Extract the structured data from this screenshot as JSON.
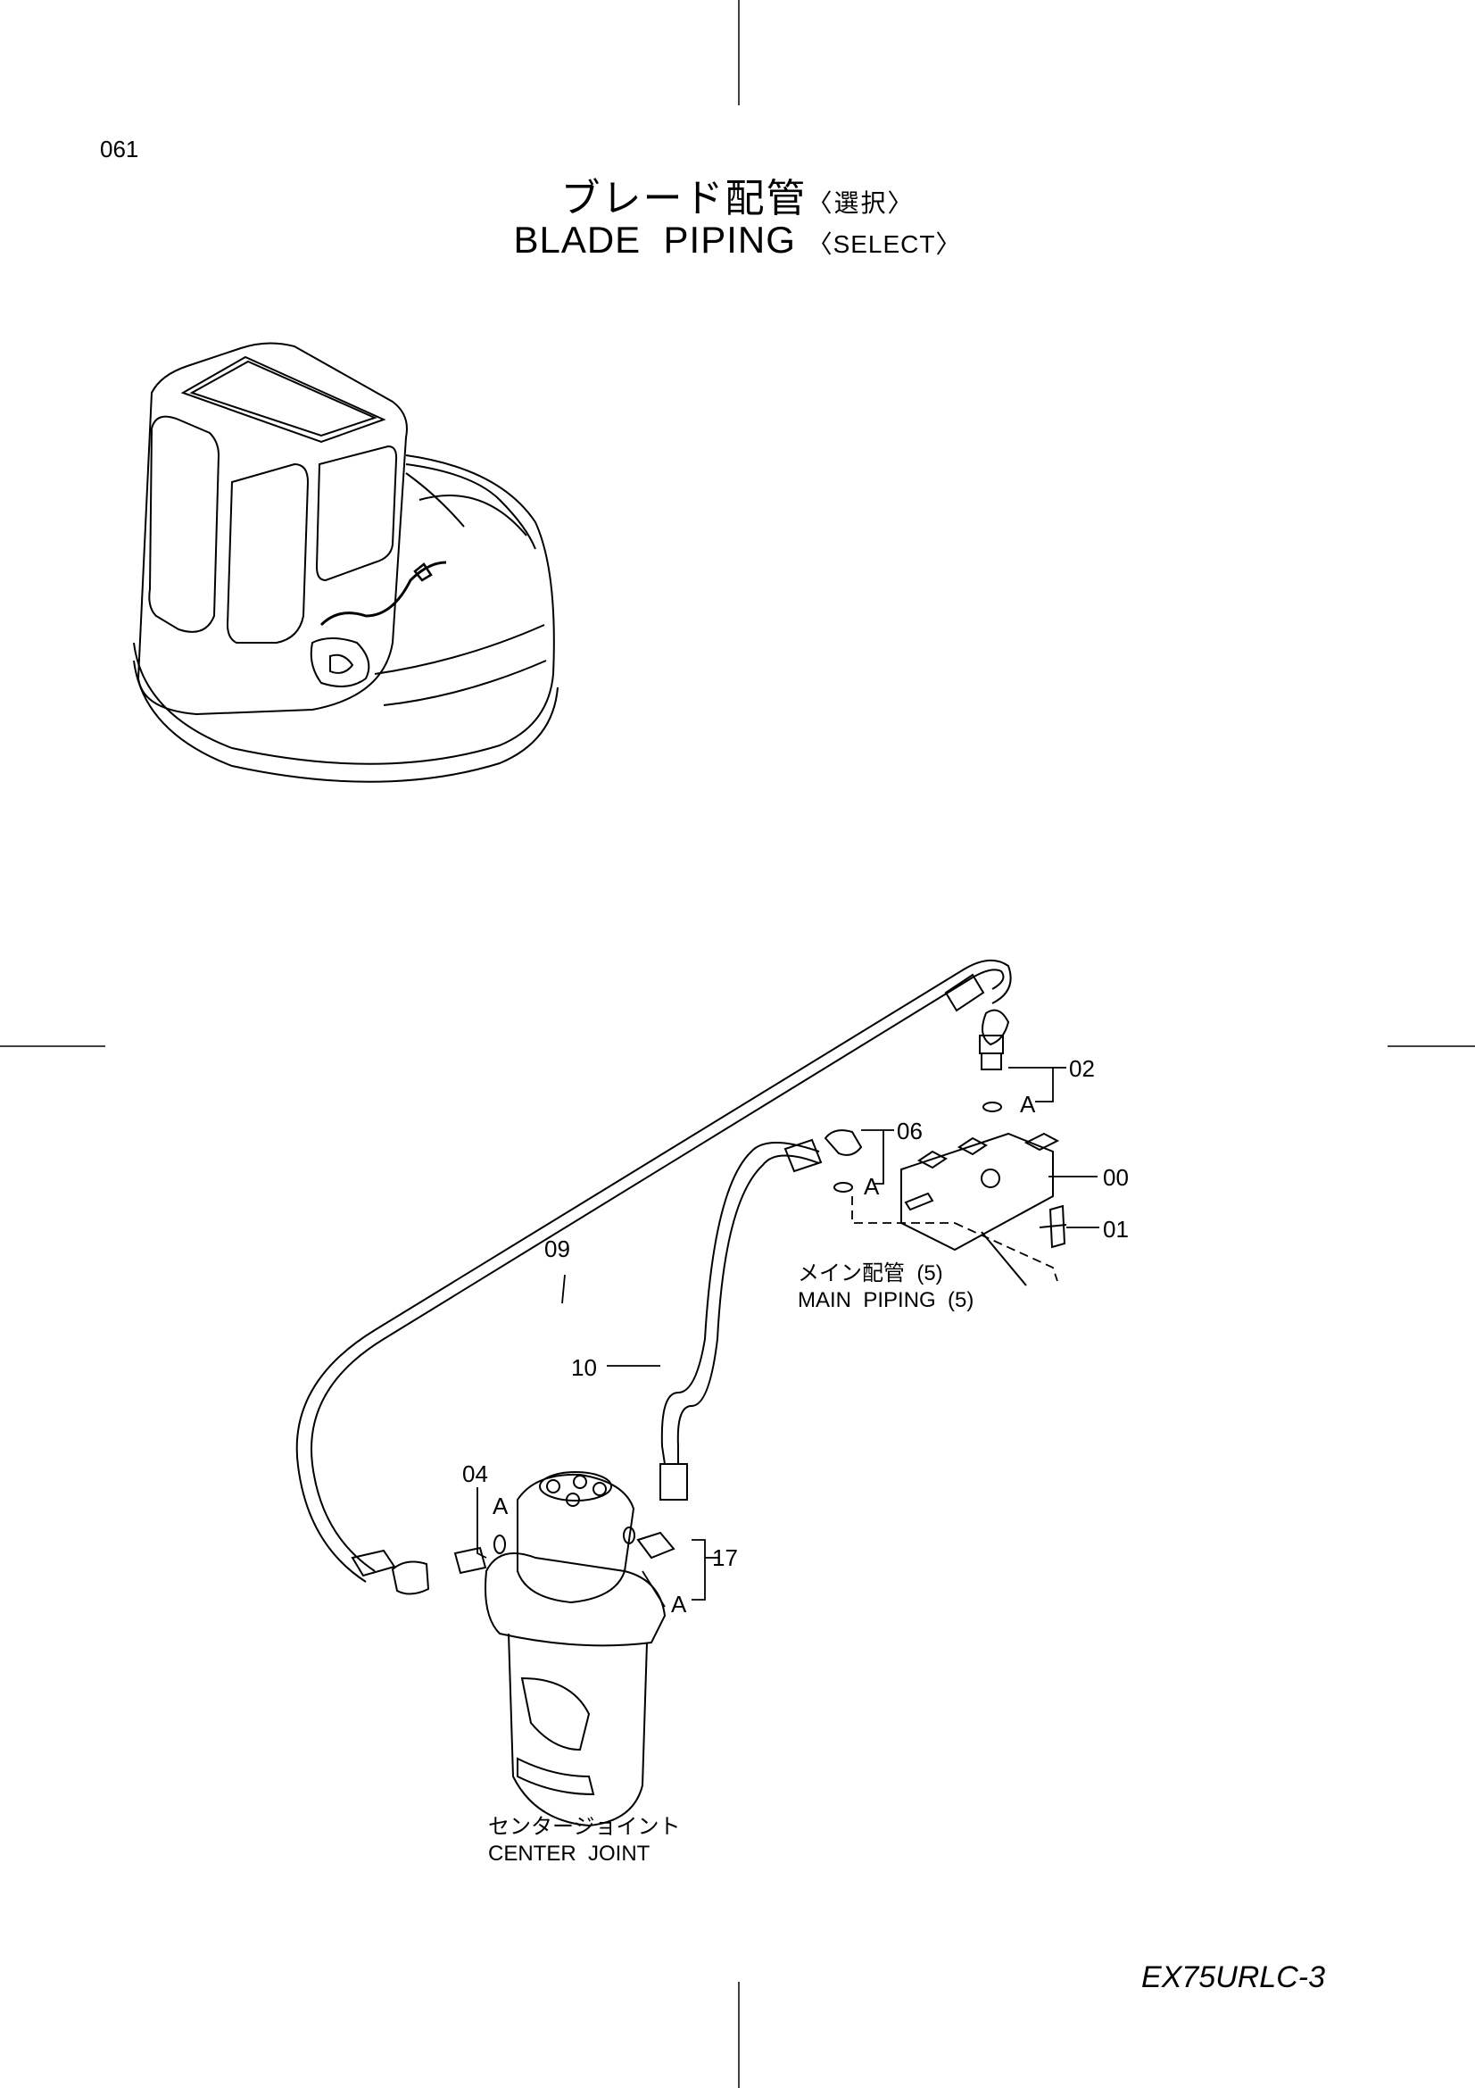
{
  "page": {
    "number": "061",
    "title_jp": "ブレード配管",
    "title_jp_sub": "〈選択〉",
    "title_en": "BLADE  PIPING",
    "title_en_sub": "〈SELECT〉",
    "model": "EX75URLC-3"
  },
  "callouts": {
    "c00": "00",
    "c01": "01",
    "c02": "02",
    "c04": "04",
    "c06": "06",
    "c09": "09",
    "c10": "10",
    "c17": "17",
    "a1": "A",
    "a2": "A",
    "a3": "A",
    "a4": "A"
  },
  "captions": {
    "main_piping_jp": "メイン配管  (5)",
    "main_piping_en": "MAIN  PIPING  (5)",
    "center_joint_jp": "センタージョイント",
    "center_joint_en": "CENTER  JOINT"
  }
}
